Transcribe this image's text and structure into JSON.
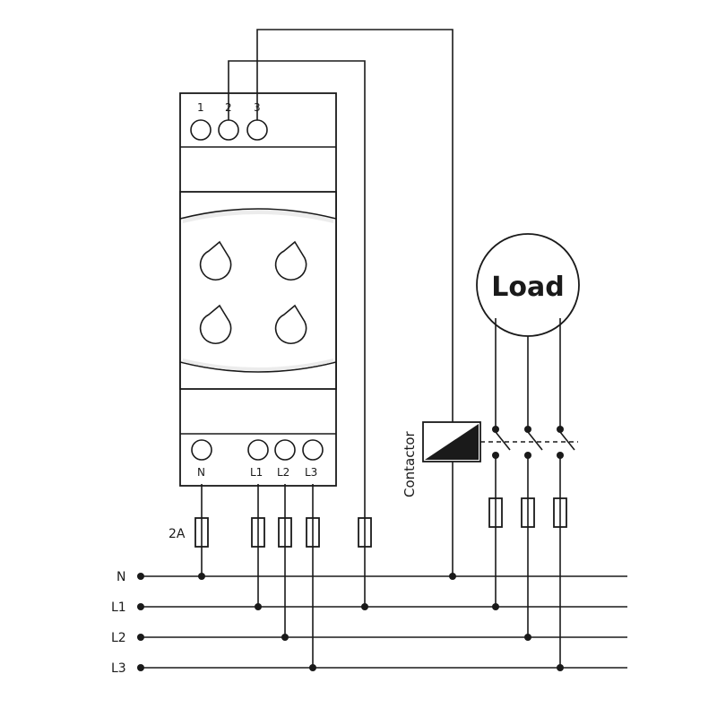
{
  "relay": {
    "top_terminals": [
      "1",
      "2",
      "3"
    ],
    "bottom_terminals": [
      "N",
      "L1",
      "L2",
      "L3"
    ]
  },
  "fuse_rating": "2A",
  "bus_labels": [
    "N",
    "L1",
    "L2",
    "L3"
  ],
  "load_label": "Load",
  "contactor_label": "Contactor"
}
